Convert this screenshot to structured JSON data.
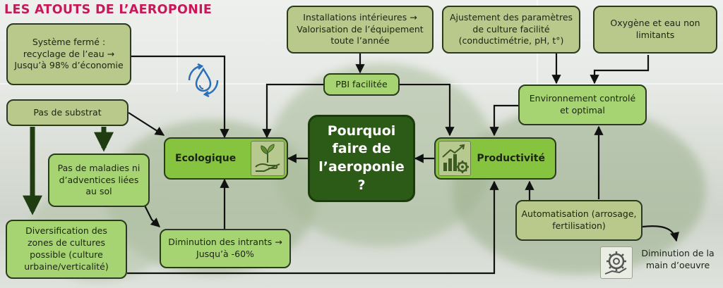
{
  "title": "LES ATOUTS DE L’AEROPONIE",
  "center": "Pourquoi faire de l’aeroponie ?",
  "ecologique": "Ecologique",
  "productivite": "Productivité",
  "boxes": {
    "systeme_ferme": "Système fermé : recyclage de l’eau → Jusqu’à 98% d’économie",
    "pas_substrat": "Pas de substrat",
    "maladies": "Pas de maladies ni d’adventices liées au sol",
    "diversification": "Diversification des zones de cultures possible (culture urbaine/verticalité)",
    "diminution_intrants": "Diminution des intrants → Jusqu’à -60%",
    "installations": "Installations intérieures → Valorisation de l’équipement toute l’année",
    "pbi": "PBI facilitée",
    "ajustement": "Ajustement des paramètres de culture facilité (conductimétrie, pH, t°)",
    "oxygene": "Oxygène et eau non limitants",
    "environnement": "Environnement controlé et optimal",
    "automatisation": "Automatisation (arrosage, fertilisation)",
    "main_oeuvre": "Diminution de la main d’oeuvre"
  },
  "icons": [
    "water-cycle-icon",
    "plant-hand-icon",
    "growth-gear-icon",
    "gear-hand-icon"
  ],
  "colors": {
    "title": "#c8185a",
    "dark_center": "#2c5a17",
    "bright_green": "#86c440",
    "light_green": "#a6d472",
    "olive": "#b9c98b"
  }
}
